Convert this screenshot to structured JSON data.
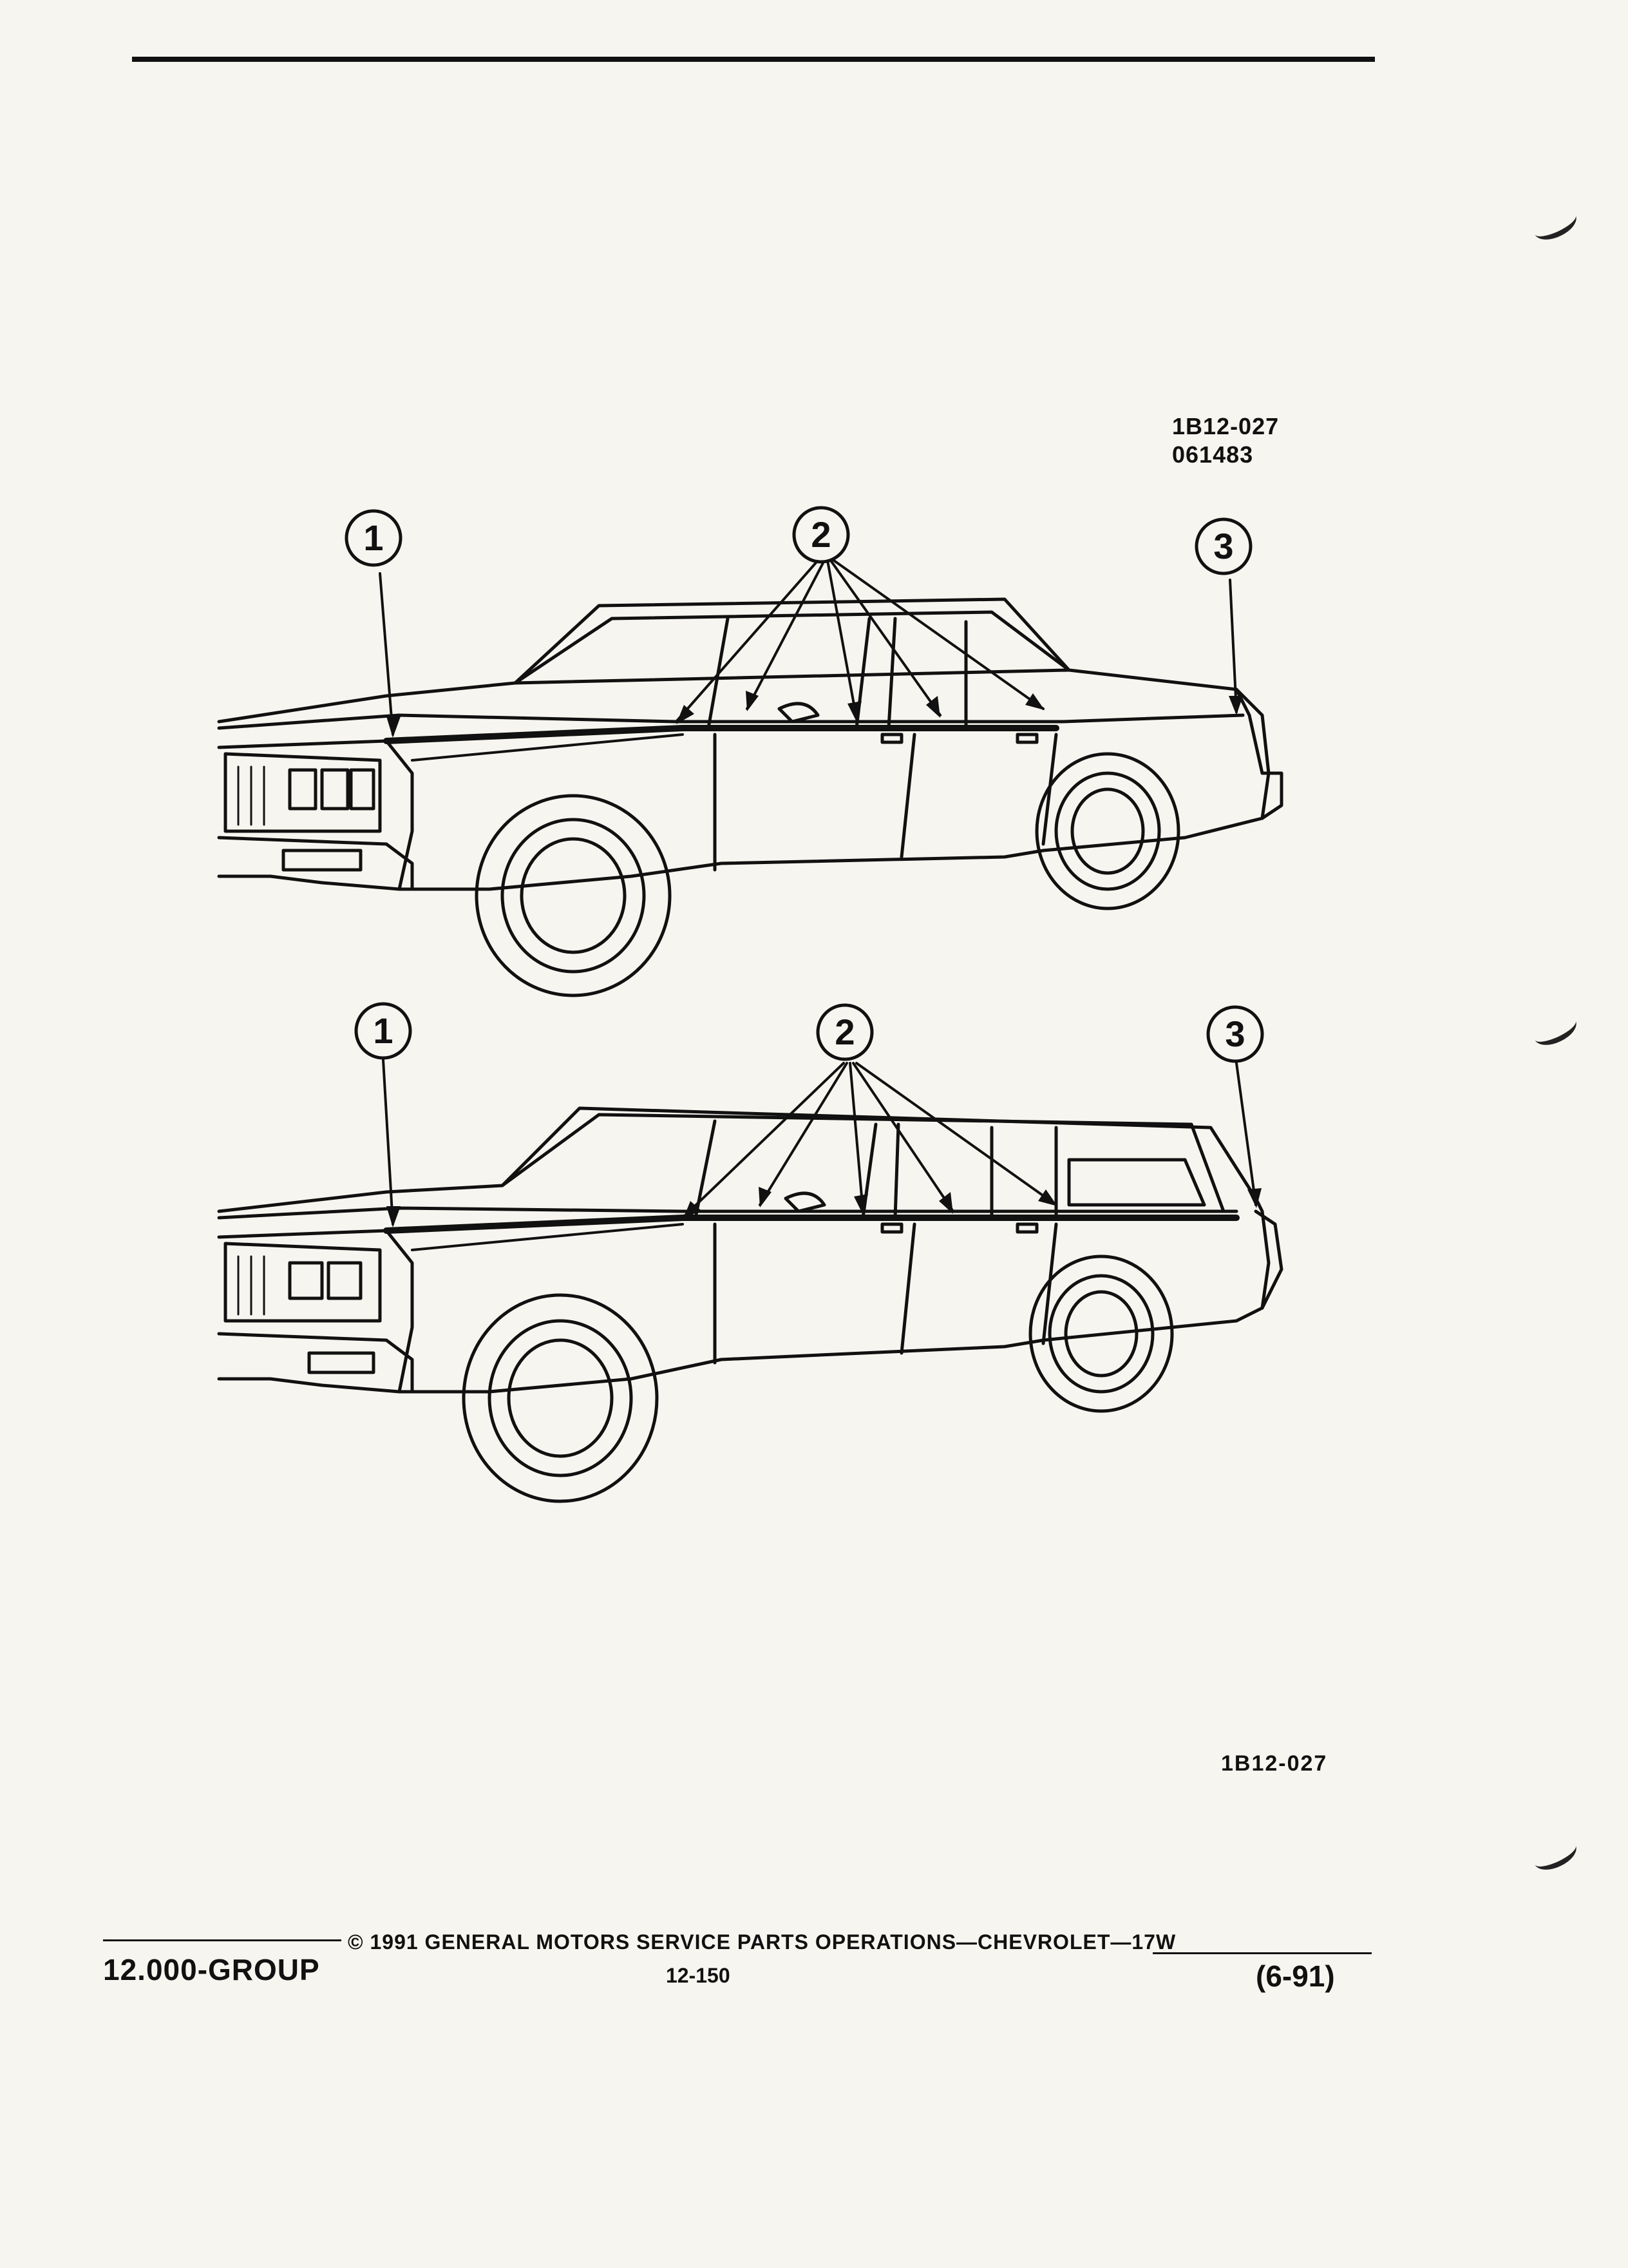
{
  "document": {
    "figure_ref_top_line1": "1B12-027",
    "figure_ref_top_line2": "061483",
    "figure_ref_bottom": "1B12-027",
    "callouts_sedan": [
      "1",
      "2",
      "3"
    ],
    "callouts_wagon": [
      "1",
      "2",
      "3"
    ]
  },
  "footer": {
    "copyright": "© 1991 GENERAL MOTORS SERVICE PARTS OPERATIONS—CHEVROLET—17W",
    "group": "12.000-GROUP",
    "page_number": "12-150",
    "date_code": "(6-91)"
  },
  "colors": {
    "ink": "#111111",
    "paper": "#f7f5ef"
  }
}
